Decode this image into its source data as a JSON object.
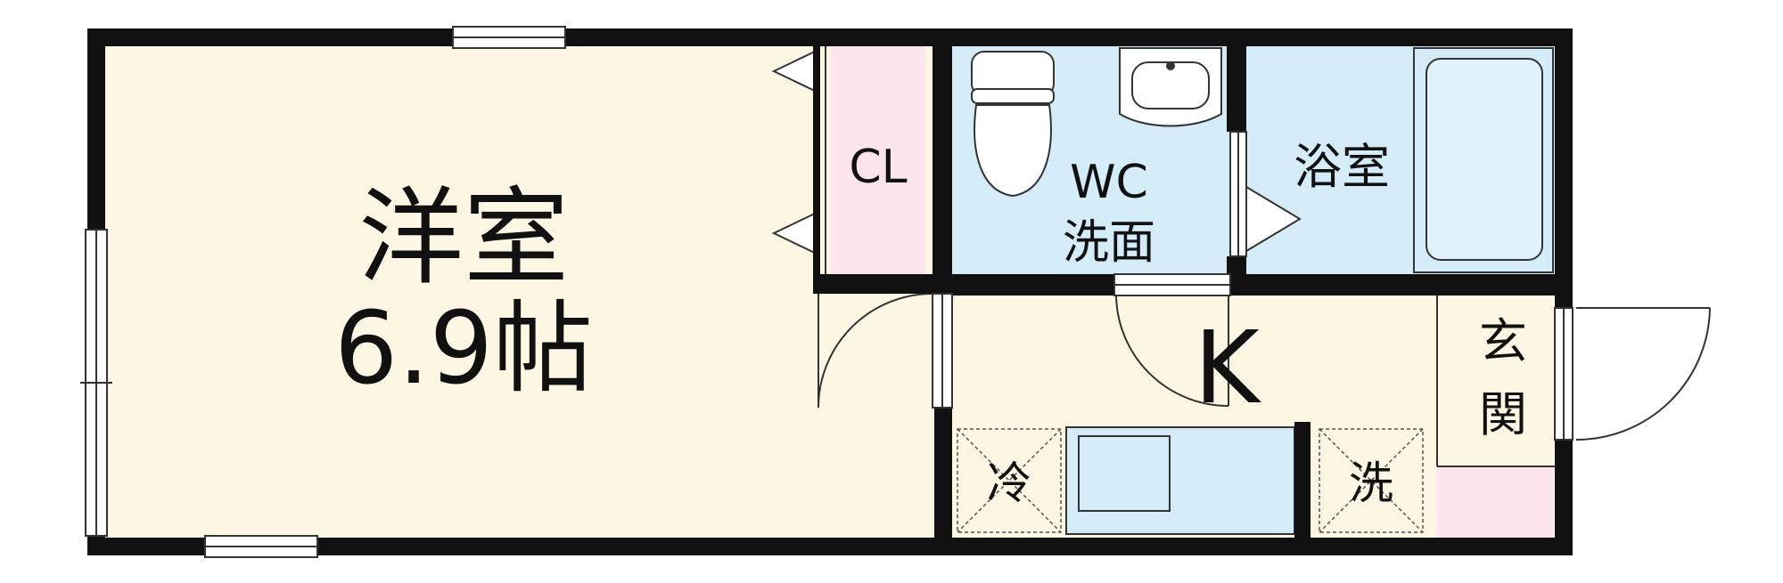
{
  "rooms": {
    "western_room": {
      "name": "洋室",
      "size": "6.9帖"
    },
    "closet": {
      "name": "CL"
    },
    "wc": {
      "line1": "WC",
      "line2": "洗面"
    },
    "bath": {
      "name": "浴室"
    },
    "kitchen": {
      "name": "K"
    },
    "entrance": {
      "line1": "玄",
      "line2": "関"
    },
    "fridge": {
      "name": "冷"
    },
    "washer": {
      "name": "洗"
    }
  },
  "colors": {
    "wall": "#111111",
    "room_floor": "#fdf6e3",
    "closet": "#fce4ec",
    "wet_area": "#d4ecf8",
    "entrance_storage": "#fce4ec",
    "line": "#333333"
  }
}
